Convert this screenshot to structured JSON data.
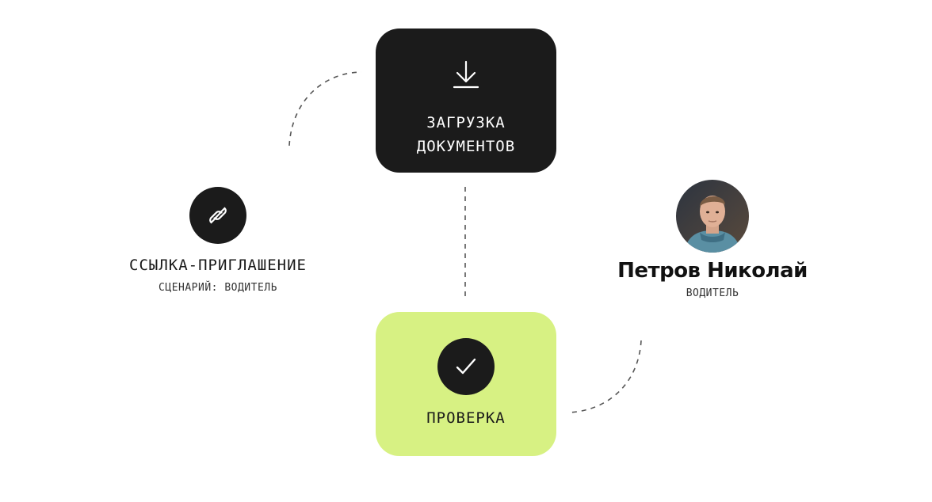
{
  "upload_card": {
    "label": "ЗАГРУЗКА\nДОКУМЕНТОВ",
    "icon": "download-icon",
    "bg_color": "#1b1b1b"
  },
  "invite_node": {
    "title": "ССЫЛКА-ПРИГЛАШЕНИЕ",
    "subtitle": "СЦЕНАРИЙ: ВОДИТЕЛЬ",
    "icon": "link-icon"
  },
  "person_node": {
    "name": "Петров Николай",
    "role": "ВОДИТЕЛЬ"
  },
  "check_card": {
    "label": "ПРОВЕРКА",
    "icon": "checkmark-icon",
    "bg_color": "#d7f183"
  }
}
